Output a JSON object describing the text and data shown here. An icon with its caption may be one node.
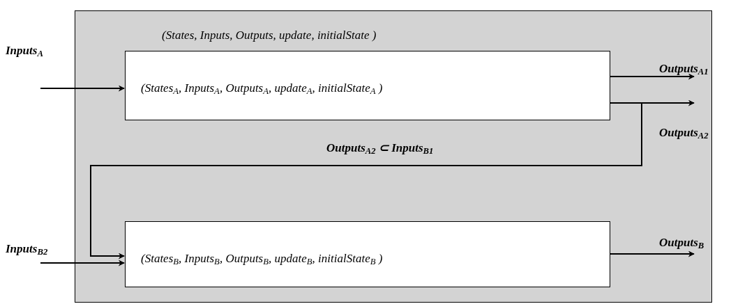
{
  "diagram": {
    "nodes": [
      {
        "text": [
          "(States, Inputs, Outputs, update, initialState )"
        ]
      },
      {
        "text": [
          "(States$_{A}$, Inputs$_{A}$, Outputs$_{A}$, update$_{A}$, initialState$_{A}$ )"
        ],
        "in": 0
      },
      {
        "text": [
          "(States$_{B}$, Inputs$_{B}$, Outputs$_{B}$, update$_{B}$, initialState$_{B}$ )"
        ],
        "in": 0
      }
    ],
    "edges": [
      {
        "from": null,
        "to": 1,
        "arrow": "to",
        "label": "Inputs$_{A}$"
      },
      {
        "from": 1,
        "to": null,
        "arrow": "to",
        "label": "Outputs$_{A1}$"
      },
      {
        "from": 1,
        "to": null,
        "arrow": "to",
        "label": "Outputs$_{A2}$"
      },
      {
        "from": 1,
        "to": 2,
        "arrow": "to",
        "label": "Outputs$_{A2}$ ⊂ Inputs$_{B1}$"
      },
      {
        "from": null,
        "to": 2,
        "arrow": "to",
        "label": "Inputs$_{B2}$"
      },
      {
        "from": 2,
        "to": null,
        "arrow": "to",
        "label": "Outputs$_{B}$"
      }
    ]
  }
}
